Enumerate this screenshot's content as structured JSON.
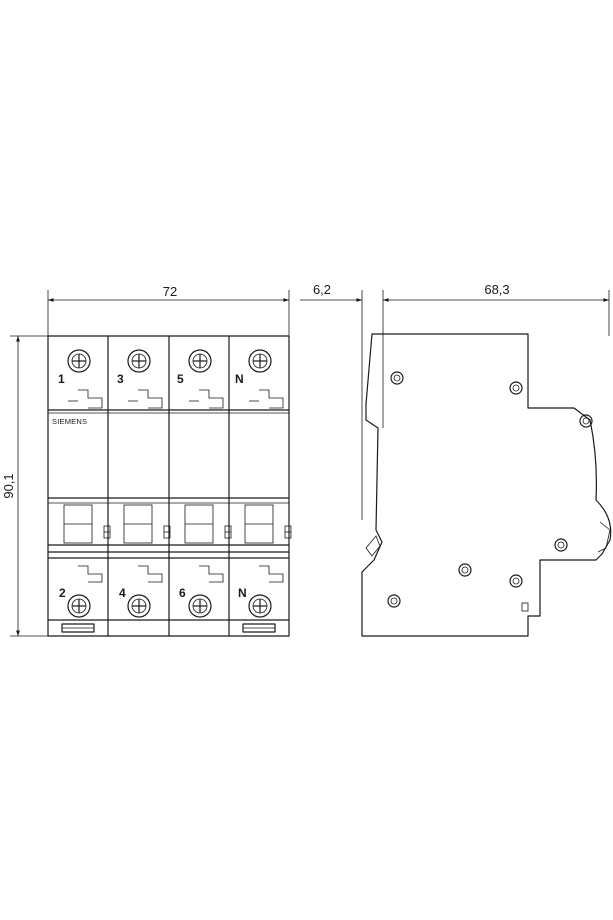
{
  "dimensions": {
    "width": "72",
    "height": "90,1",
    "offset": "6,2",
    "depth": "68,3"
  },
  "brand": "SIEMENS",
  "terminals": {
    "top": [
      "1",
      "3",
      "5",
      "N"
    ],
    "bottom": [
      "2",
      "4",
      "6",
      "N"
    ]
  },
  "colors": {
    "line": "#1a1a1a",
    "background": "#ffffff"
  }
}
